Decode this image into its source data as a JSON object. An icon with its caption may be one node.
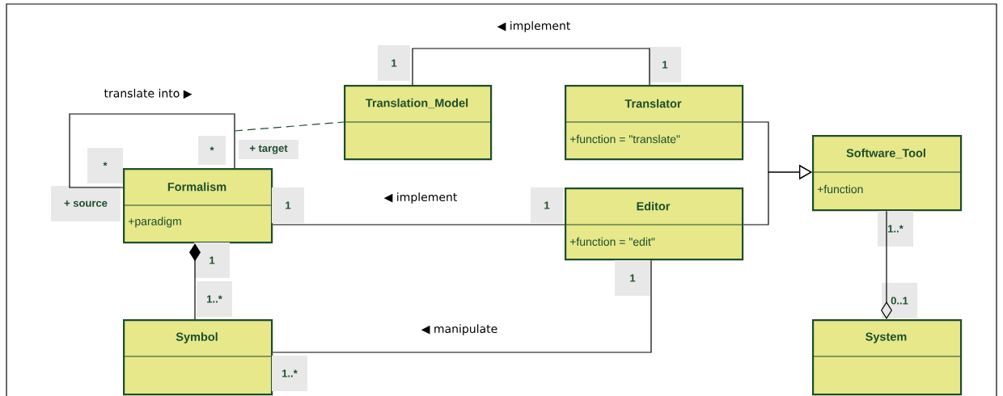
{
  "diagram": {
    "nodes": [
      {
        "text": [
          "Translation_Model"
        ]
      },
      {
        "text": [
          "Translator",
          "+function = \"translate\""
        ]
      },
      {
        "text": [
          "Software_Tool",
          "+function"
        ]
      },
      {
        "text": [
          "Formalism",
          "+paradigm"
        ]
      },
      {
        "text": [
          "Editor",
          "+function = \"edit\""
        ]
      },
      {
        "text": [
          "Symbol"
        ]
      },
      {
        "text": [
          "System"
        ]
      }
    ],
    "edges": [
      {
        "from": 0,
        "to": 1,
        "arrow": "none",
        "label": "◀ implement"
      },
      {
        "from": 3,
        "to": 3,
        "arrow": "none",
        "label": "translate into ▶"
      },
      {
        "from": null,
        "to": 0,
        "arrow": "none",
        "style": "dashed",
        "color": "#1e4d2b"
      },
      {
        "from": 3,
        "to": 4,
        "arrow": "none",
        "label": "◀ implement"
      },
      {
        "from": 3,
        "to": 5,
        "arrow": "other"
      },
      {
        "from": 4,
        "to": 5,
        "arrow": "none",
        "label": "◀ manipulate"
      },
      {
        "from": 1,
        "to": 2,
        "arrow": "to"
      },
      {
        "from": 4,
        "to": 2,
        "arrow": "to"
      },
      {
        "from": 2,
        "to": 6,
        "arrow": "other"
      }
    ],
    "labels": [
      "1",
      "1",
      "*",
      "+ target",
      "*",
      "+ source",
      "1",
      "1",
      "1..*",
      "1",
      "1",
      "1..*",
      "0..1",
      "1..*"
    ]
  }
}
